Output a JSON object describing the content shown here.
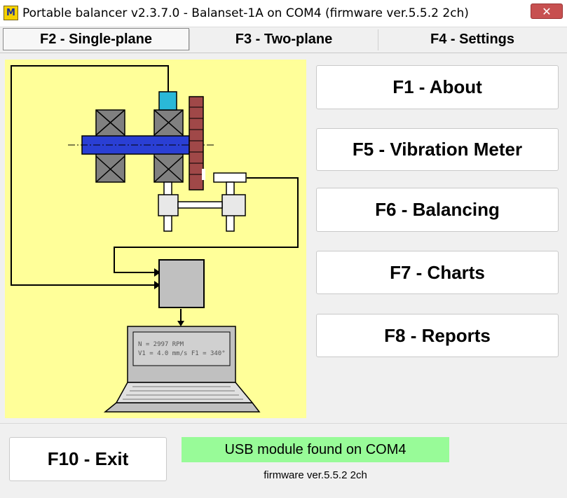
{
  "window": {
    "icon_text": "M",
    "title": "Portable balancer v2.3.7.0 - Balanset-1A on COM4 (firmware ver.5.5.2 2ch)",
    "close_label": "✕"
  },
  "tabs": [
    {
      "label": "F2 - Single-plane",
      "active": true
    },
    {
      "label": "F3 - Two-plane",
      "active": false
    },
    {
      "label": "F4 - Settings",
      "active": false
    }
  ],
  "diagram": {
    "background": "#ffff99",
    "laptop_screen_line1": "N = 2997 RPM",
    "laptop_screen_line2": "V1 = 4.0 mm/s   F1 = 340°"
  },
  "buttons": [
    {
      "label": "F1 - About"
    },
    {
      "label": "F5 - Vibration Meter"
    },
    {
      "label": "F6 - Balancing"
    },
    {
      "label": "F7 - Charts"
    },
    {
      "label": "F8 - Reports"
    }
  ],
  "footer": {
    "exit_label": "F10 - Exit",
    "status_text": "USB module found on COM4",
    "status_color": "#98fb98",
    "firmware_text": "firmware ver.5.5.2 2ch"
  },
  "colors": {
    "shaft": "#2a3fd4",
    "rotor_disk": "#a04848",
    "sensor": "#2ab8d8",
    "bearing": "#808080"
  }
}
